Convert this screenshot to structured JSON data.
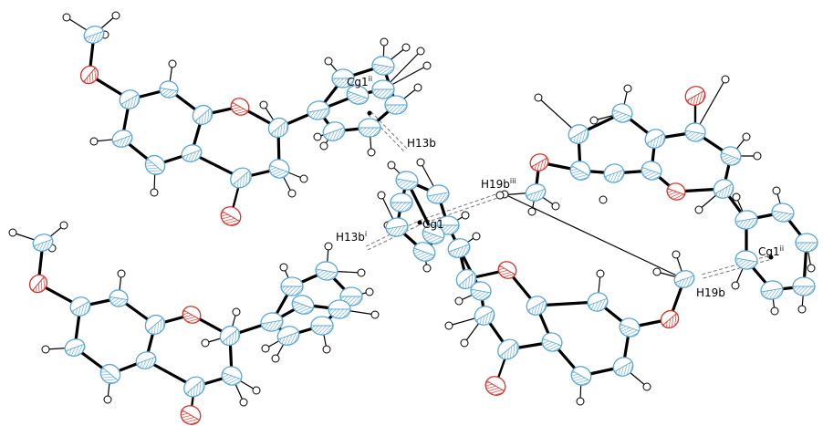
{
  "colors": {
    "carbon": "#5aa7d6",
    "oxygen": "#d8312b",
    "hydrogen": "#ffffff",
    "bond": "#000000",
    "contact": "#777777"
  },
  "labels": {
    "cg1_ii_top": {
      "base": "Cg1",
      "sup": "ii"
    },
    "h13b": {
      "base": "H13b",
      "sup": ""
    },
    "h19b_iii": {
      "base": "H19b",
      "sup": "iii"
    },
    "h13b_i": {
      "base": "H13b",
      "sup": "i"
    },
    "cg1": {
      "base": "Cg1",
      "sup": ""
    },
    "cg1_ii_right": {
      "base": "Cg1",
      "sup": "ii"
    },
    "h19b": {
      "base": "H19b",
      "sup": ""
    }
  }
}
